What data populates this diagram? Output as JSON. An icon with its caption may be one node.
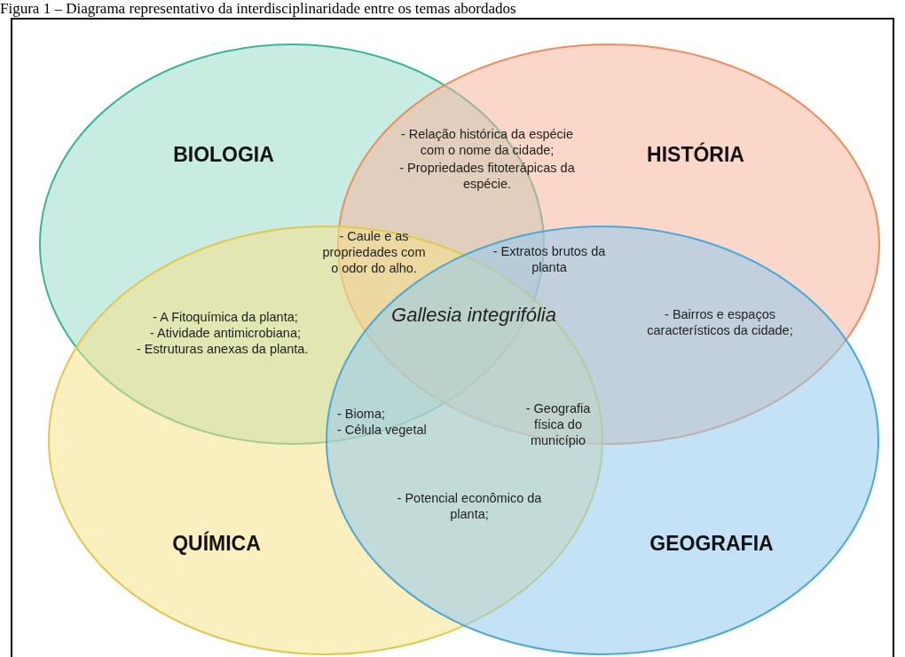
{
  "diagram": {
    "title": "Figura 1 – Diagrama representativo da interdisciplinaridade entre os temas abordados",
    "nodes": [
      {
        "text": [
          "BIOLOGIA"
        ]
      },
      {
        "text": [
          "HISTÓRIA"
        ]
      },
      {
        "text": [
          "QUÍMICA"
        ]
      },
      {
        "text": [
          "GEOGRAFIA"
        ]
      }
    ],
    "labels": [
      "- Relação histórica da espécie com o nome da cidade;",
      "- Propriedades fitoterápicas da espécie.",
      "- Caule e as propriedades com o odor do alho.",
      "- Extratos brutos da planta",
      "- A Fitoquímica da planta;",
      "- Atividade antimicrobiana;",
      "- Estruturas anexas da planta.",
      "Gallesia integrifólia",
      "- Bairros e espaços característicos da cidade;",
      "- Bioma;",
      "- Célula vegetal",
      "- Geografia física do município",
      "- Potencial econômico da planta;"
    ]
  }
}
